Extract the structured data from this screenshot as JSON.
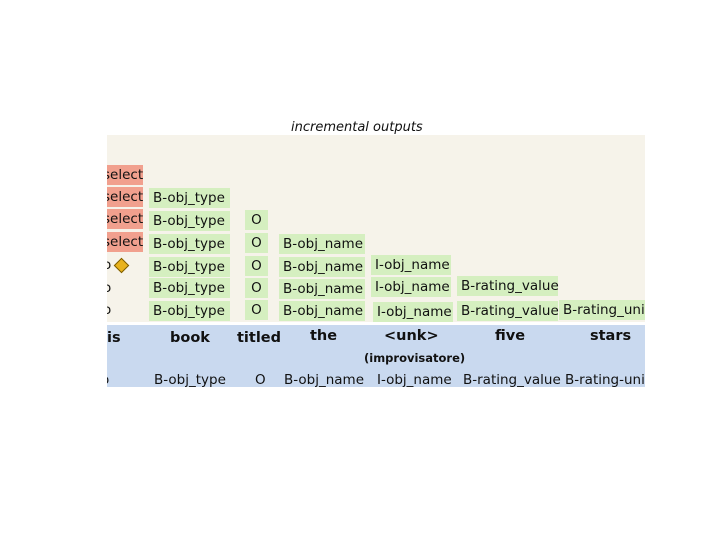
{
  "title": "incremental outputs",
  "stack": {
    "red": "select",
    "obj_type": "B-obj_type",
    "o": "O",
    "obj_name": "B-obj_name",
    "i_obj_name": "I-obj_name",
    "rating_value": "B-rating_value",
    "rating_unit": "B-rating_uni",
    "cut": "o"
  },
  "words": {
    "w0": "is",
    "w1": "book",
    "w2": "titled",
    "w3": "the",
    "w4": "<unk>",
    "w4_sub": "(improvisatore)",
    "w5": "five",
    "w6": "stars"
  },
  "final": {
    "f0": "o",
    "f1": "B-obj_type",
    "f2": "O",
    "f3": "B-obj_name",
    "f4": "I-obj_name",
    "f5": "B-rating_value",
    "f6": "B-rating-uni"
  },
  "colors": {
    "green": "#d5efc0",
    "red": "#f1a08e",
    "blue": "#c9d9ef",
    "panel": "#f6f3ea",
    "diamond": "#e8b21c"
  }
}
